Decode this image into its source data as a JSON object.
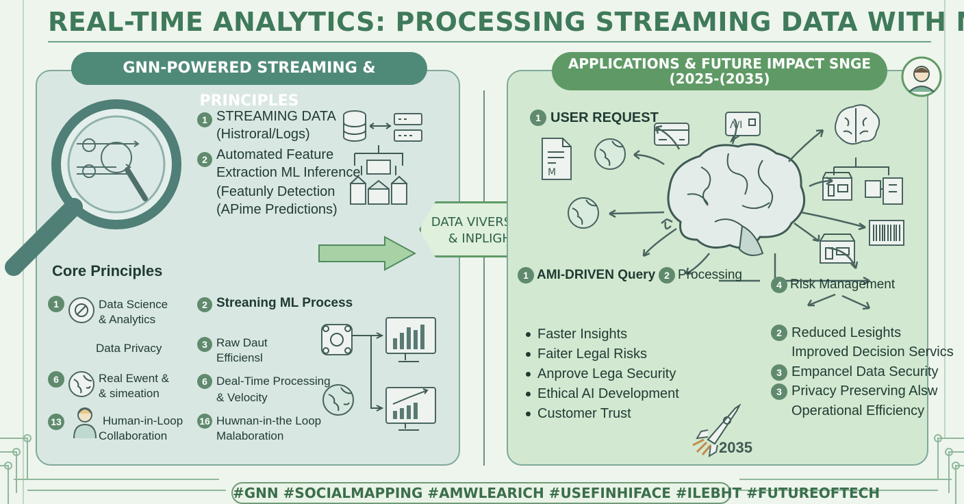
{
  "title": "REAL-TIME ANALYTICS: PROCESSING STREAMING DATA WITH ML",
  "left_panel": {
    "header": "GNN-POWERED STREAMING & PRINCIPLES",
    "steps": [
      {
        "num": "1",
        "lines": [
          "STREAMING DATA",
          "(Histroral/Logs)"
        ]
      },
      {
        "num": "2",
        "lines": [
          "Automated Feature",
          "Extraction ML Inference",
          "(Featunly Detection",
          "(APime Predictions)"
        ]
      }
    ],
    "core_principles_title": "Core Principles",
    "principles": [
      {
        "num": "1",
        "lines": [
          "Data Science",
          "& Analytics"
        ]
      },
      {
        "num": "",
        "lines": [
          "Data Privacy"
        ]
      },
      {
        "num": "6",
        "lines": [
          "Real Ewent &",
          "& simeation"
        ]
      },
      {
        "num": "13",
        "lines": [
          "Human-in-Loop",
          "Collaboration"
        ]
      }
    ],
    "process_title": {
      "num": "2",
      "label": "Streaning ML Process"
    },
    "process_items": [
      {
        "num": "3",
        "lines": [
          "Raw Daut",
          "Efficiensl"
        ]
      },
      {
        "num": "6",
        "lines": [
          "Deal-Time Processing",
          "& Velocity"
        ]
      },
      {
        "num": "16",
        "lines": [
          "Huwnan-in-the Loop",
          "Malaboration"
        ]
      }
    ]
  },
  "center_badge": [
    "DATA VIVERSITY &",
    "& INPLIGHTS"
  ],
  "right_panel": {
    "header_line1": "APPLICATIONS & FUTURE IMPACT SNGE",
    "header_line2": "(2025-(2035)",
    "user_request": {
      "num": "1",
      "label": "USER REQUEST"
    },
    "ami_query": {
      "num": "1",
      "label": "AMI-DRIVEN Query"
    },
    "processing": {
      "num": "2",
      "label": "Processing"
    },
    "risk": {
      "num": "4",
      "label": "Risk Management"
    },
    "benefits": [
      "Faster Insights",
      "Faiter Legal Risks",
      "Anprove Lega Security",
      "Ethical AI Development",
      "Customer Trust"
    ],
    "outcomes": [
      {
        "num": "2",
        "lines": [
          "Reduced Lesights",
          "Improved Decision Servics"
        ]
      },
      {
        "num": "3",
        "lines": [
          "Empancel Data Security"
        ]
      },
      {
        "num": "3",
        "lines": [
          "Privacy Preserving Alsw",
          "Operational Efficiency"
        ]
      }
    ],
    "year": "2035"
  },
  "hashtags": "#GNN  #SOCIALMAPPING  #AMWLEARICH  #USEFINHIFACE  #ILEBHT  #FUTUREOFTECH",
  "colors": {
    "title": "#3f7a5a",
    "left_pill": "#4f8a78",
    "right_pill": "#5f9a66",
    "left_panel_bg": "#d9e7e2",
    "right_panel_bg": "#d2e8d0",
    "page_bg": "#eef5ec"
  },
  "icons": [
    "magnifier-icon",
    "database-icon",
    "server-icon",
    "factory-icon",
    "brain-icon",
    "globe-icon",
    "document-icon",
    "credit-card-icon",
    "chart-icon",
    "barcode-icon",
    "store-icon",
    "rocket-icon",
    "avatar-icon",
    "network-icon",
    "monitor-chart-icon",
    "arrow-right-icon"
  ]
}
